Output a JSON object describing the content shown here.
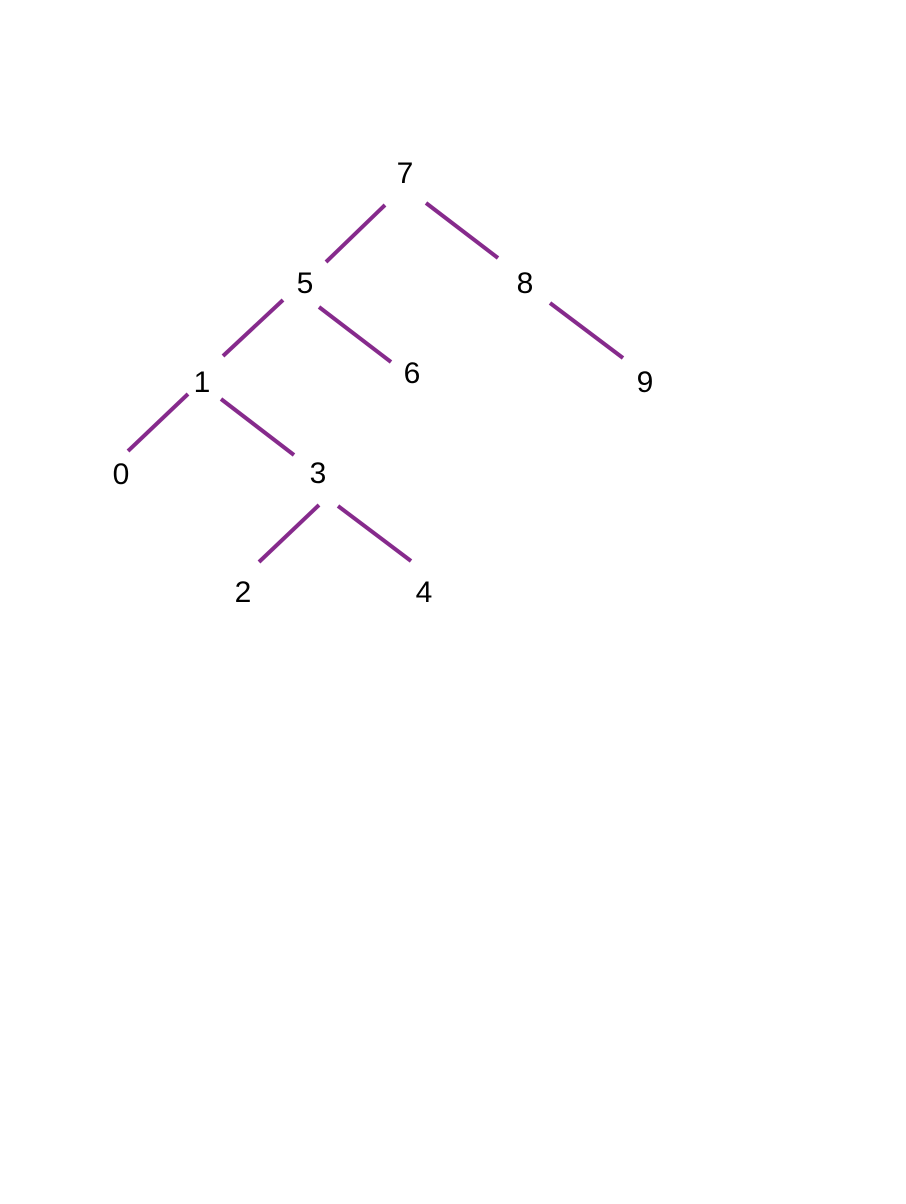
{
  "tree": {
    "edge_color": "#862a8c",
    "nodes": [
      {
        "id": "n7",
        "label": "7"
      },
      {
        "id": "n5",
        "label": "5"
      },
      {
        "id": "n8",
        "label": "8"
      },
      {
        "id": "n1",
        "label": "1"
      },
      {
        "id": "n6",
        "label": "6"
      },
      {
        "id": "n9",
        "label": "9"
      },
      {
        "id": "n0",
        "label": "0"
      },
      {
        "id": "n3",
        "label": "3"
      },
      {
        "id": "n2",
        "label": "2"
      },
      {
        "id": "n4",
        "label": "4"
      }
    ],
    "edges": [
      {
        "from": "n7",
        "to": "n5"
      },
      {
        "from": "n7",
        "to": "n8"
      },
      {
        "from": "n5",
        "to": "n1"
      },
      {
        "from": "n5",
        "to": "n6"
      },
      {
        "from": "n8",
        "to": "n9"
      },
      {
        "from": "n1",
        "to": "n0"
      },
      {
        "from": "n1",
        "to": "n3"
      },
      {
        "from": "n3",
        "to": "n2"
      },
      {
        "from": "n3",
        "to": "n4"
      }
    ]
  }
}
